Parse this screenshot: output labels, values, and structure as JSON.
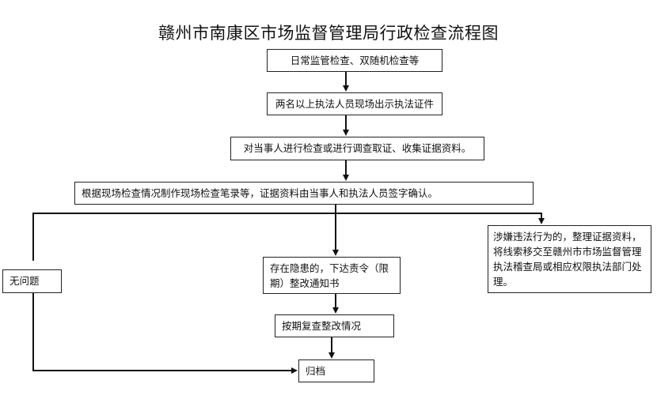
{
  "title": "赣州市南康区市场监督管理局行政检查流程图",
  "steps": {
    "s1": "日常监管检查、双随机检查等",
    "s2": "两名以上执法人员现场出示执法证件",
    "s3": "对当事人进行检查或进行调查取证、收集证据资料。",
    "s4": "根据现场检查情况制作现场检查笔录等，证据资料由当事人和执法人员签字确认。",
    "no_problem": "无问题",
    "hazard": "存在隐患的，下达责令（限期）整改通知书",
    "recheck": "按期复查整改情况",
    "archive": "归档",
    "violation": "涉嫌违法行为的，整理证据资料，将线索移交至赣州市市场监督管理执法稽查局或相应权限执法部门处理。"
  }
}
